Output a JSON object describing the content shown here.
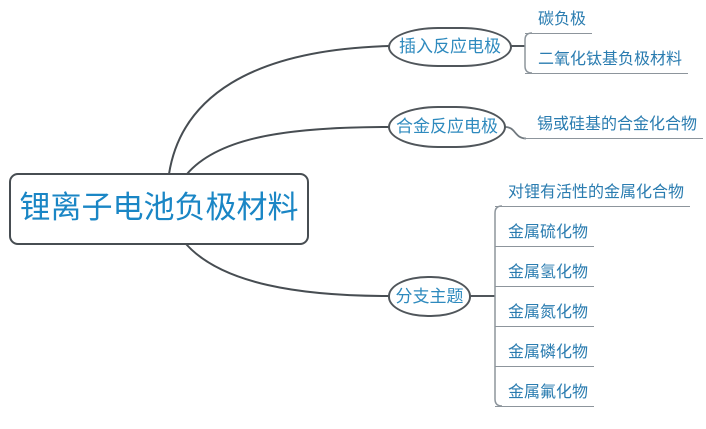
{
  "map": {
    "root": {
      "label": "锂离子电池负极材料"
    },
    "branches": [
      {
        "label": "插入反应电极",
        "children": [
          {
            "label": "碳负极"
          },
          {
            "label": "二氧化钛基负极材料"
          }
        ]
      },
      {
        "label": "合金反应电极",
        "children": [
          {
            "label": "锡或硅基的合金化合物"
          }
        ]
      },
      {
        "label": "分支主题",
        "children": [
          {
            "label": "对锂有活性的金属化合物"
          },
          {
            "label": "金属硫化物"
          },
          {
            "label": "金属氢化物"
          },
          {
            "label": "金属氮化物"
          },
          {
            "label": "金属磷化物"
          },
          {
            "label": "金属氟化物"
          }
        ]
      }
    ],
    "colors": {
      "root_text": "#1a86c5",
      "branch_text": "#2e8abe",
      "subtopic_text": "#2a7cb0",
      "connector_dark": "#474d52",
      "connector_light": "#8d959c",
      "background": "#ffffff"
    }
  }
}
